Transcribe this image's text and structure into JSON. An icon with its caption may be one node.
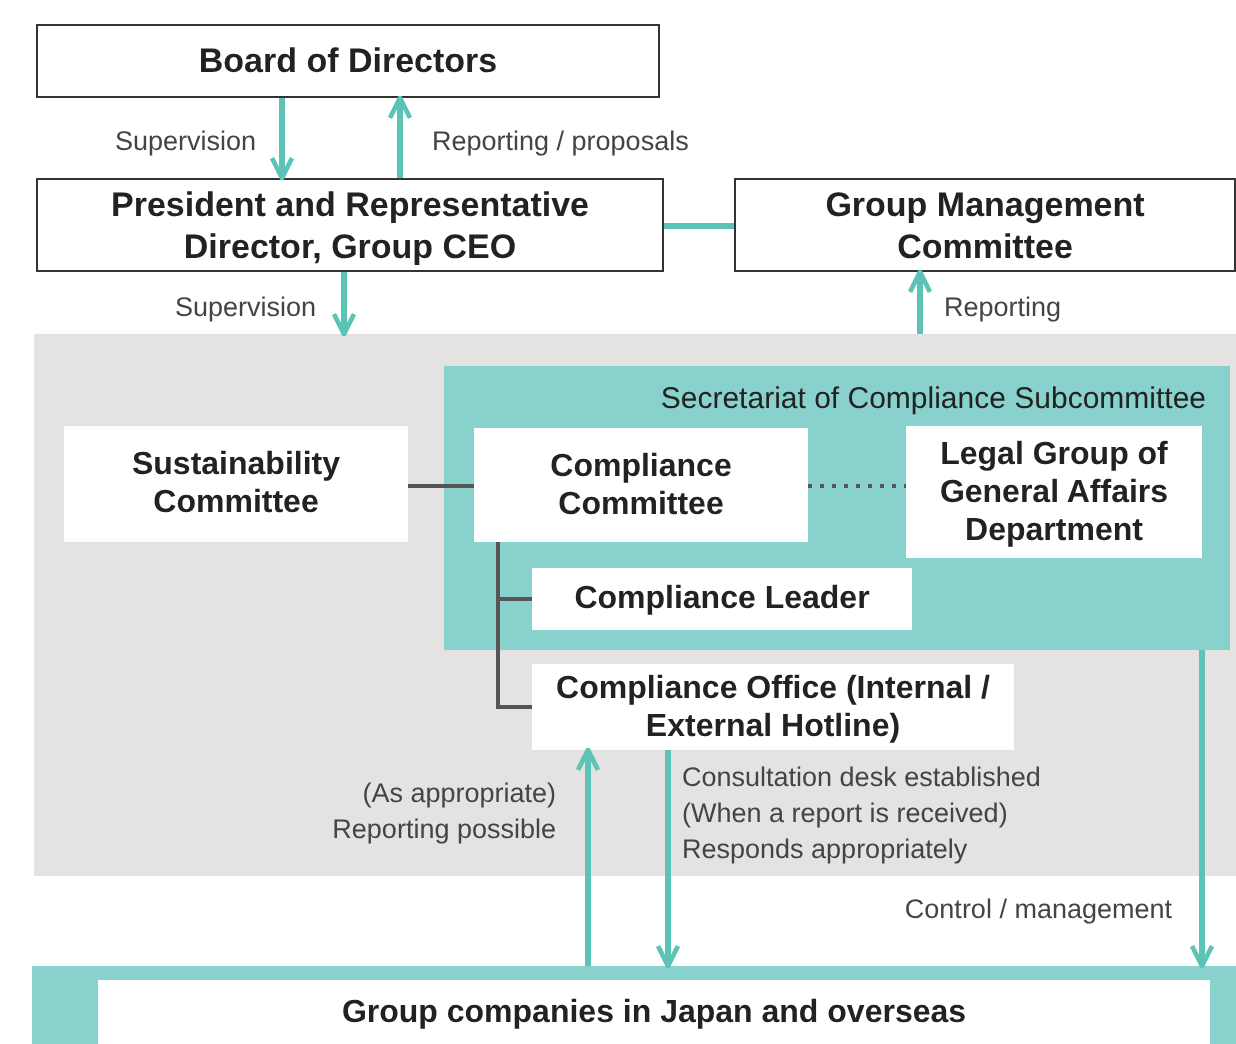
{
  "diagram": {
    "nodes": [
      {
        "text": [
          "Board of Directors"
        ]
      },
      {
        "text": [
          "President and Representative Director, Group CEO"
        ]
      },
      {
        "text": [
          "Group Management Committee"
        ]
      },
      {
        "text": [],
        "shape": "box"
      },
      {
        "text": [
          "Secretariat of Compliance Subcommittee"
        ],
        "in": 3
      },
      {
        "text": [
          "Sustainability Committee"
        ],
        "in": 3
      },
      {
        "text": [
          "Compliance Committee"
        ],
        "in": 4
      },
      {
        "text": [
          "Legal Group of General Affairs Department"
        ],
        "in": 4
      },
      {
        "text": [
          "Compliance Leader"
        ],
        "in": 4
      },
      {
        "text": [
          "Compliance Office (Internal / External Hotline)"
        ],
        "in": 3
      },
      {
        "text": [],
        "shape": "bar"
      },
      {
        "text": [
          "Group companies in Japan and overseas"
        ],
        "in": 10
      }
    ],
    "edges": [
      {
        "from": 0,
        "to": 1,
        "arrow": "to",
        "label": "Supervision"
      },
      {
        "from": 1,
        "to": 0,
        "arrow": "to",
        "label": "Reporting / proposals"
      },
      {
        "from": 1,
        "to": 2,
        "arrow": "none"
      },
      {
        "from": 1,
        "to": 3,
        "arrow": "to",
        "label": "Supervision"
      },
      {
        "from": 3,
        "to": 2,
        "arrow": "to",
        "label": "Reporting"
      },
      {
        "from": 5,
        "to": 6,
        "arrow": "none",
        "color": "#555555"
      },
      {
        "from": 6,
        "to": 7,
        "arrow": "none",
        "style": "dashed",
        "color": "#555555"
      },
      {
        "from": 6,
        "to": 8,
        "arrow": "none",
        "color": "#555555"
      },
      {
        "from": 6,
        "to": 9,
        "arrow": "none",
        "color": "#555555"
      },
      {
        "from": 10,
        "to": 9,
        "arrow": "to",
        "label": "(As appropriate) Reporting possible"
      },
      {
        "from": 9,
        "to": 10,
        "arrow": "to",
        "label": "Consultation desk established (When a report is received) Responds appropriately"
      },
      {
        "from": 4,
        "to": 10,
        "arrow": "to",
        "label": "Control / management"
      }
    ]
  }
}
